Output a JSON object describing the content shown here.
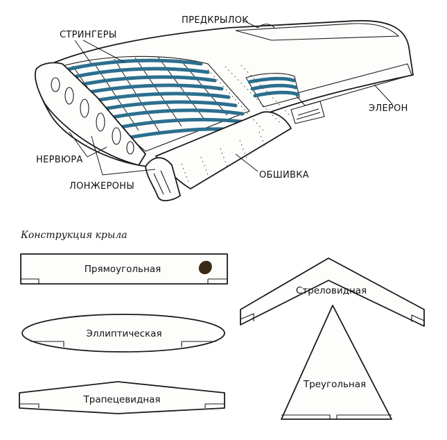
{
  "labels": {
    "slat": "ПРЕДКРЫЛОК",
    "stringers": "СТРИНГЕРЫ",
    "aileron": "ЭЛЕРОН",
    "rib": "НЕРВЮРА",
    "skin": "ОБШИВКА",
    "spars": "ЛОНЖЕРОНЫ"
  },
  "caption": "Конструкция крыла",
  "wing_shapes": {
    "rectangular": "Прямоугольная",
    "swept": "Стреловидная",
    "elliptical": "Эллиптическая",
    "trapezoidal": "Трапецевидная",
    "triangular": "Треугольная"
  },
  "colors": {
    "stringer": "#2c6f8f",
    "outline": "#1a1a1a",
    "paper": "#fdfdfb"
  }
}
